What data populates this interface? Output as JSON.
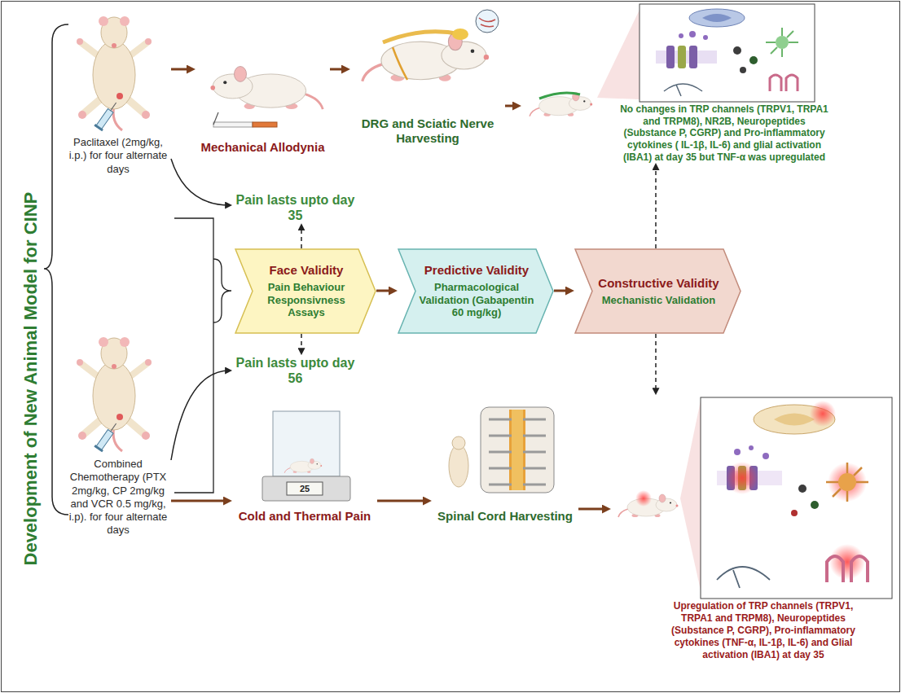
{
  "diagram": {
    "title": "Development of New Animal Model for CINP",
    "nodes": [
      {
        "text": [
          "Paclitaxel (2mg/kg, i.p.) for four alternate days"
        ]
      },
      {
        "text": [
          "Mechanical Allodynia"
        ]
      },
      {
        "text": [
          "DRG and Sciatic Nerve Harvesting"
        ]
      },
      {
        "text": [
          "No changes in TRP channels (TRPV1, TRPA1 and TRPM8), NR2B, Neuropeptides (Substance P, CGRP) and Pro-inflammatory cytokines ( IL-1β, IL-6) and glial activation (IBA1) at day 35 but TNF-α was upregulated"
        ]
      },
      {
        "text": [
          "Pain lasts upto day 35"
        ]
      },
      {
        "text": [
          "Face Validity",
          "Pain Behaviour Responsivness Assays"
        ]
      },
      {
        "text": [
          "Predictive Validity",
          "Pharmacological Validation (Gabapentin 60 mg/kg)"
        ]
      },
      {
        "text": [
          "Constructive Validity",
          "Mechanistic Validation"
        ]
      },
      {
        "text": [
          "Pain lasts upto day 56"
        ]
      },
      {
        "text": [
          "Combined Chemotherapy (PTX 2mg/kg, CP 2mg/kg and VCR 0.5 mg/kg, i.p). for four alternate days"
        ]
      },
      {
        "text": [
          "Cold and Thermal Pain"
        ]
      },
      {
        "text": [
          "Spinal Cord Harvesting"
        ]
      },
      {
        "text": [
          "Upregulation of TRP channels (TRPV1, TRPA1 and TRPM8), Neuropeptides (Substance P, CGRP), Pro-inflammatory cytokines (TNF-α, IL-1β, IL-6) and Glial activation (IBA1) at day 35"
        ]
      }
    ],
    "edges": [
      {
        "from": 0,
        "to": 1,
        "arrow": "to"
      },
      {
        "from": 1,
        "to": 2,
        "arrow": "to"
      },
      {
        "from": 2,
        "to": 3,
        "arrow": "to"
      },
      {
        "from": 0,
        "to": 4,
        "arrow": "to"
      },
      {
        "from": 5,
        "to": 4,
        "arrow": "to"
      },
      {
        "from": 5,
        "to": 8,
        "arrow": "to"
      },
      {
        "from": 9,
        "to": 8,
        "arrow": "to"
      },
      {
        "from": 5,
        "to": 6,
        "arrow": "to"
      },
      {
        "from": 6,
        "to": 7,
        "arrow": "to"
      },
      {
        "from": 7,
        "to": 3,
        "arrow": "to"
      },
      {
        "from": 7,
        "to": 12,
        "arrow": "to"
      },
      {
        "from": 9,
        "to": 10,
        "arrow": "to"
      },
      {
        "from": 10,
        "to": 11,
        "arrow": "to"
      },
      {
        "from": 11,
        "to": 12,
        "arrow": "to"
      }
    ],
    "labels": [
      "25"
    ]
  }
}
